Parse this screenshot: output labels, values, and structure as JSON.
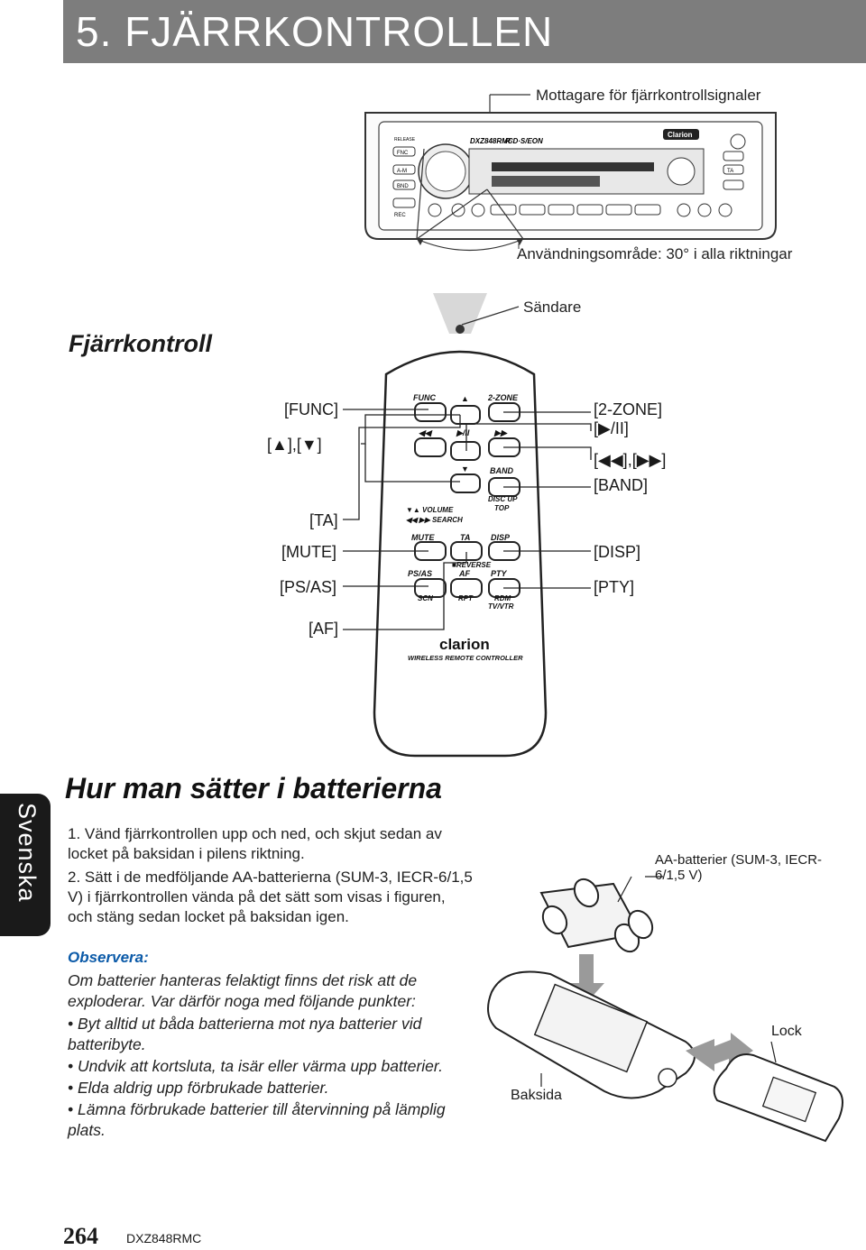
{
  "header": {
    "title": "5. FJÄRRKONTROLLEN"
  },
  "tab": {
    "language": "Svenska"
  },
  "head_unit_figure": {
    "receiver_label": "Mottagare för fjärrkontrollsignaler",
    "range_label": "Användningsområde: 30° i alla riktningar",
    "transmitter_label": "Sändare",
    "model_text": "DXZ848RMC",
    "brand": "Clarion"
  },
  "remote": {
    "title": "Fjärrkontroll",
    "left_labels": [
      "[FUNC]",
      "[▲],[▼]",
      "[TA]",
      "[MUTE]",
      "[PS/AS]",
      "[AF]"
    ],
    "right_labels": [
      "[2-ZONE]",
      "[▶/II]",
      "[◀◀],[▶▶]",
      "[BAND]",
      "[DISP]",
      "[PTY]"
    ],
    "key_texts": {
      "func": "FUNC",
      "two_zone": "2-ZONE",
      "band": "BAND",
      "disc_up": "DISC UP",
      "top": "TOP",
      "volume": "▼▲ VOLUME",
      "search": "◀◀ ▶▶ SEARCH",
      "mute": "MUTE",
      "ta": "TA",
      "disp": "DISP",
      "reverse": "■REVERSE",
      "ps_as": "PS/AS",
      "af": "AF",
      "pty": "PTY",
      "scn": "SCN",
      "rpt": "RPT",
      "rdm": "RDM",
      "tv_vtr": "TV/VTR"
    },
    "brand": "clarion",
    "subtitle": "WIRELESS REMOTE CONTROLLER"
  },
  "battery_section": {
    "title": "Hur man sätter i batterierna",
    "steps": [
      "1. Vänd fjärrkontrollen upp och ned, och skjut sedan av locket på baksidan i pilens riktning.",
      "2. Sätt i de medföljande AA-batterierna (SUM-3, IECR-6/1,5 V) i fjärrkontrollen vända på det sätt som visas i figuren, och stäng sedan locket på baksidan igen."
    ],
    "note_title": "Observera:",
    "note_text": "Om batterier hanteras felaktigt finns det risk att de exploderar. Var därför noga med följande punkter:",
    "bullets": [
      "Byt alltid ut båda batterierna mot nya batterier vid batteribyte.",
      "Undvik att kortsluta, ta isär eller värma upp batterier.",
      "Elda aldrig upp förbrukade batterier.",
      "Lämna förbrukade batterier till återvinning på lämplig plats."
    ],
    "figure_labels": {
      "batteries": "AA-batterier (SUM-3, IECR-6/1,5 V)",
      "back": "Baksida",
      "lid": "Lock"
    }
  },
  "footer": {
    "page_number": "264",
    "model": "DXZ848RMC"
  }
}
